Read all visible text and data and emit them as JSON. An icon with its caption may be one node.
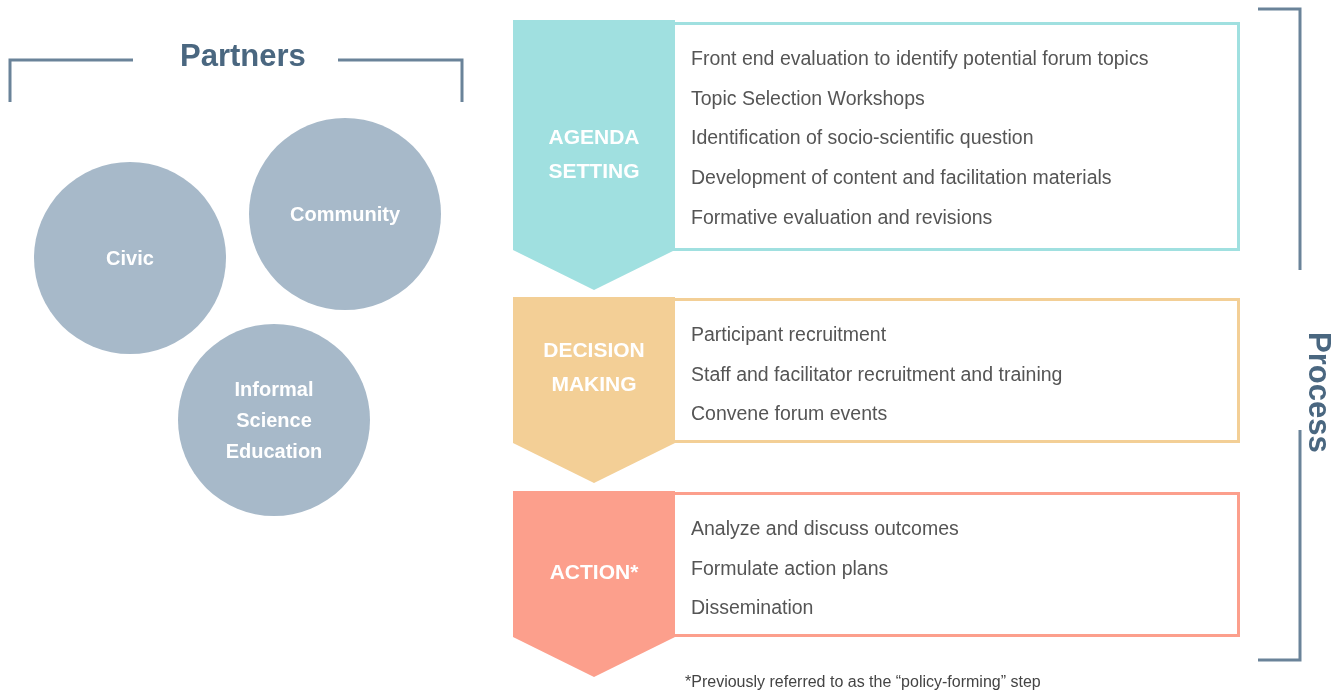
{
  "diagram": {
    "nodes": [
      {
        "text": [
          "Civic"
        ]
      },
      {
        "text": [
          "Community"
        ]
      },
      {
        "text": [
          "Informal Science Education"
        ]
      },
      {
        "text": [
          "AGENDA SETTING"
        ]
      },
      {
        "text": [
          "Front end evaluation to identify potential forum topics",
          "Topic Selection Workshops",
          "Identification of socio-scientific question",
          "Development of content and facilitation materials",
          "Formative evaluation and revisions"
        ]
      },
      {
        "text": [
          "DECISION MAKING"
        ]
      },
      {
        "text": [
          "Participant recruitment",
          "Staff and facilitator recruitment and training",
          "Convene forum events"
        ]
      },
      {
        "text": [
          "ACTION*"
        ]
      },
      {
        "text": [
          "Analyze and discuss outcomes",
          "Formulate action plans",
          "Dissemination"
        ]
      }
    ],
    "edges": [],
    "labels": [
      "Partners",
      "Process",
      "*Previously referred to as the “policy-forming” step"
    ]
  }
}
